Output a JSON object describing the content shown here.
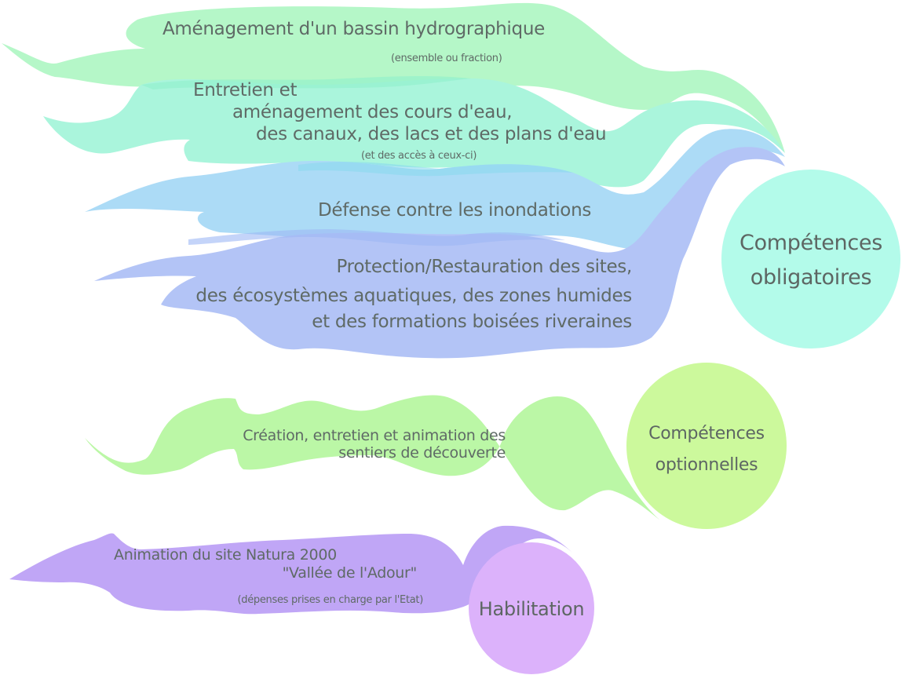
{
  "diagram": {
    "groups": [
      {
        "id": "obligatoires",
        "hub_label_line1": "Compétences",
        "hub_label_line2": "obligatoires",
        "hub_color": "#b3fbea",
        "items": [
          {
            "color": "#b5f7c8",
            "lines": [
              "Aménagement d'un bassin hydrographique"
            ],
            "note": "(ensemble ou fraction)"
          },
          {
            "color": "#aaf5dc",
            "lines": [
              "Entretien et",
              "aménagement des cours d'eau,",
              "des canaux, des lacs et des plans d'eau"
            ],
            "note": "(et des accès à ceux-ci)"
          },
          {
            "color": "#acdbf6",
            "lines": [
              "Défense contre les inondations"
            ],
            "note": ""
          },
          {
            "color": "#b3c4f6",
            "lines": [
              "Protection/Restauration des sites,",
              "des écosystèmes aquatiques, des zones humides",
              "et des formations boisées riveraines"
            ],
            "note": ""
          }
        ]
      },
      {
        "id": "optionnelles",
        "hub_label_line1": "Compétences",
        "hub_label_line2": "optionnelles",
        "hub_color": "#ccf99c",
        "items": [
          {
            "color": "#bbf7a6",
            "lines": [
              "Création, entretien et animation des",
              "sentiers de découverte"
            ],
            "note": ""
          }
        ]
      },
      {
        "id": "habilitation",
        "hub_label_line1": "Habilitation",
        "hub_label_line2": "",
        "hub_color": "#dcb2fb",
        "items": [
          {
            "color": "#c0a6f6",
            "lines": [
              "Animation du site Natura 2000",
              "\"Vallée de l'Adour\""
            ],
            "note": "(dépenses prises en charge par l'Etat)"
          }
        ]
      }
    ]
  }
}
